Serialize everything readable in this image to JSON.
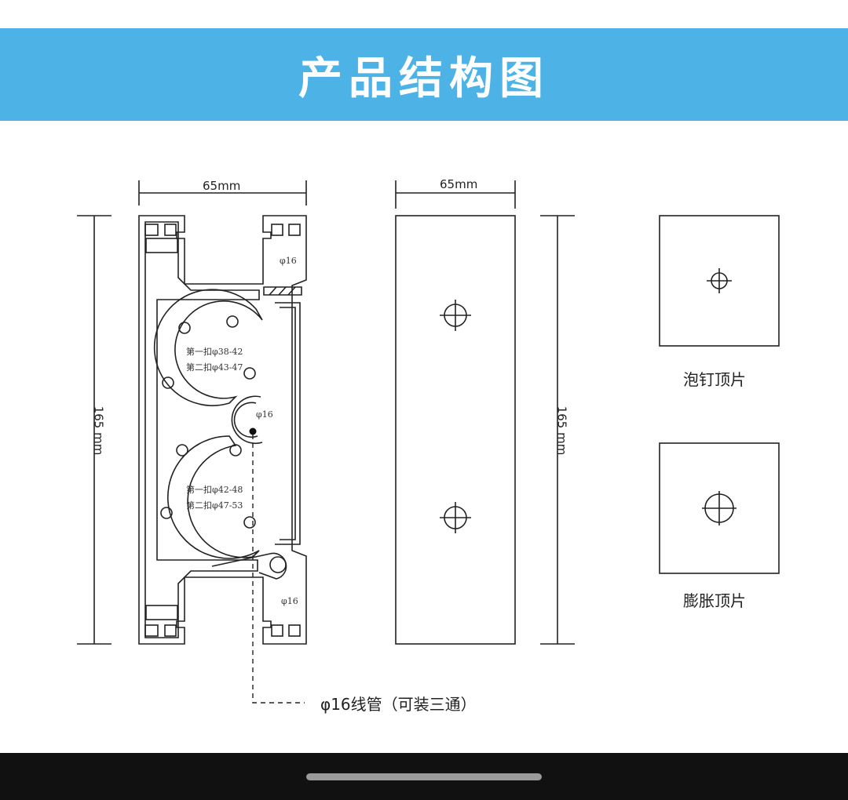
{
  "banner": {
    "title": "产品结构图"
  },
  "profile": {
    "width_label": "65mm",
    "height_label": "165 mm",
    "phi_top": "φ16",
    "phi_mid": "φ16",
    "phi_bottom": "φ16",
    "upper_clip": [
      "第一扣φ38-42",
      "第二扣φ43-47"
    ],
    "lower_clip": [
      "第一扣φ42-48",
      "第二扣φ47-53"
    ],
    "callout": "φ16线管（可装三通）"
  },
  "side_view": {
    "width_label": "65mm",
    "height_label": "165 mm"
  },
  "plates": {
    "foam_nail_label": "泡钉顶片",
    "expansion_label": "膨胀顶片"
  },
  "colors": {
    "banner": "#4db3e6",
    "line": "#222222",
    "nav_bar": "#111111"
  }
}
